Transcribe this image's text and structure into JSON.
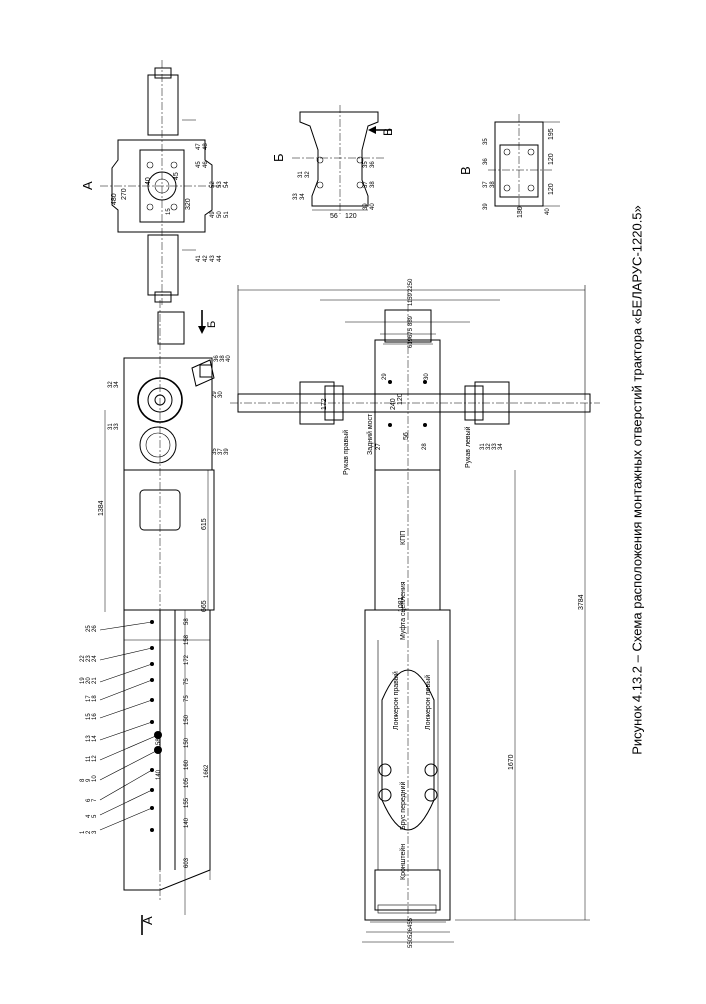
{
  "caption": "Рисунок 4.13.2 – Схема расположения монтажных отверстий трактора «БЕЛАРУС-1220.5»",
  "view_labels": {
    "a_top": "А",
    "a_bottom": "А",
    "b": "Б",
    "b_arrow": "Б",
    "v": "В",
    "v_arrow": "В"
  },
  "part_labels": {
    "rear_axle": "Задний мост",
    "left_sleeve": "Рукав левый",
    "right_sleeve": "Рукав правый",
    "gearbox": "КПП",
    "clutch_coupling": "Муфта сцепления",
    "left_spar": "Лонжерон левый",
    "right_spar": "Лонжерон правый",
    "front_beam": "Брус передний",
    "bracket": "Кронштейн"
  },
  "side_view": {
    "hole_numbers": [
      "1",
      "2",
      "3",
      "4",
      "5",
      "6",
      "7",
      "8",
      "9",
      "10",
      "11",
      "12",
      "13",
      "14",
      "15",
      "16",
      "17",
      "18",
      "19",
      "20",
      "21",
      "22",
      "23",
      "24",
      "25",
      "26"
    ],
    "upper_holes": [
      "29",
      "30",
      "31",
      "32",
      "33",
      "34",
      "35",
      "36",
      "37",
      "38",
      "39",
      "40"
    ],
    "dims_bottom": [
      "603",
      "140",
      "155",
      "105",
      "160",
      "150",
      "150",
      "75",
      "75",
      "172",
      "158",
      "58",
      "1662"
    ],
    "dims_right": [
      "615",
      "665"
    ],
    "dim_long": "1384",
    "dim_140": "140",
    "dim_58": "58"
  },
  "top_view": {
    "dims_right": [
      "2250",
      "1159",
      "889",
      "675",
      "619"
    ],
    "dims_left": [
      "455",
      "526",
      "550"
    ],
    "dim_overall": "3784",
    "dim_front": "1670",
    "dim_mid": "1081",
    "dim_axle_center": "240",
    "dim_axle_inner": "120",
    "dim_axle_hole": "56",
    "dim_sleeve": "172",
    "holes": [
      "27",
      "28",
      "29",
      "30",
      "31",
      "32",
      "33",
      "34"
    ]
  },
  "view_a": {
    "dims": [
      "480",
      "270",
      "40",
      "45",
      "320",
      "15"
    ],
    "holes": [
      "41",
      "42",
      "43",
      "44",
      "45",
      "46",
      "47",
      "48",
      "49",
      "50",
      "51",
      "52",
      "53",
      "54"
    ]
  },
  "view_b": {
    "dims": [
      "56",
      "120"
    ],
    "holes": [
      "31",
      "32",
      "33",
      "34",
      "35",
      "36",
      "37",
      "38",
      "39",
      "40"
    ]
  },
  "view_v": {
    "dims": [
      "195",
      "120",
      "120",
      "130"
    ],
    "holes": [
      "35",
      "36",
      "37",
      "38",
      "39",
      "40"
    ]
  }
}
